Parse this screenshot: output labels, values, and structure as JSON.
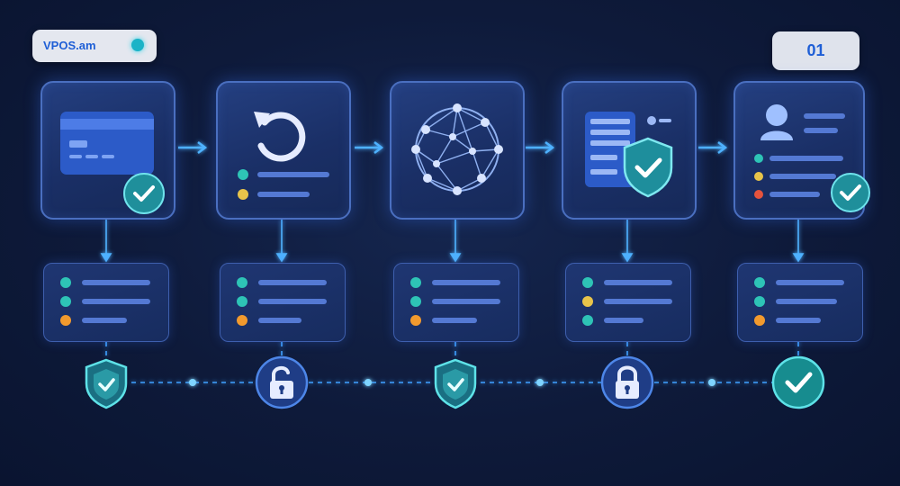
{
  "brand": {
    "name": "VPOS.am"
  },
  "step": {
    "number": "01"
  },
  "icons": {
    "tiles": [
      "credit-card-icon",
      "refresh-icon",
      "network-globe-icon",
      "server-shield-icon",
      "user-profile-icon"
    ],
    "bottom": [
      "shield-check-icon",
      "unlock-icon",
      "shield-check-icon",
      "lock-icon",
      "check-circle-icon"
    ]
  },
  "colors": {
    "accent": "#1f5fd6",
    "teal": "#2ec4b6",
    "yellow": "#e8c44a",
    "orange": "#f29a2e",
    "red": "#e5533d",
    "connector": "#4fb3ff"
  },
  "cards": [
    {
      "dots": [
        "teal",
        "teal",
        "orange"
      ]
    },
    {
      "dots": [
        "teal",
        "teal",
        "orange"
      ]
    },
    {
      "dots": [
        "teal",
        "teal",
        "orange"
      ]
    },
    {
      "dots": [
        "teal",
        "yellow",
        "teal"
      ]
    },
    {
      "dots": [
        "teal",
        "teal",
        "orange"
      ]
    }
  ]
}
